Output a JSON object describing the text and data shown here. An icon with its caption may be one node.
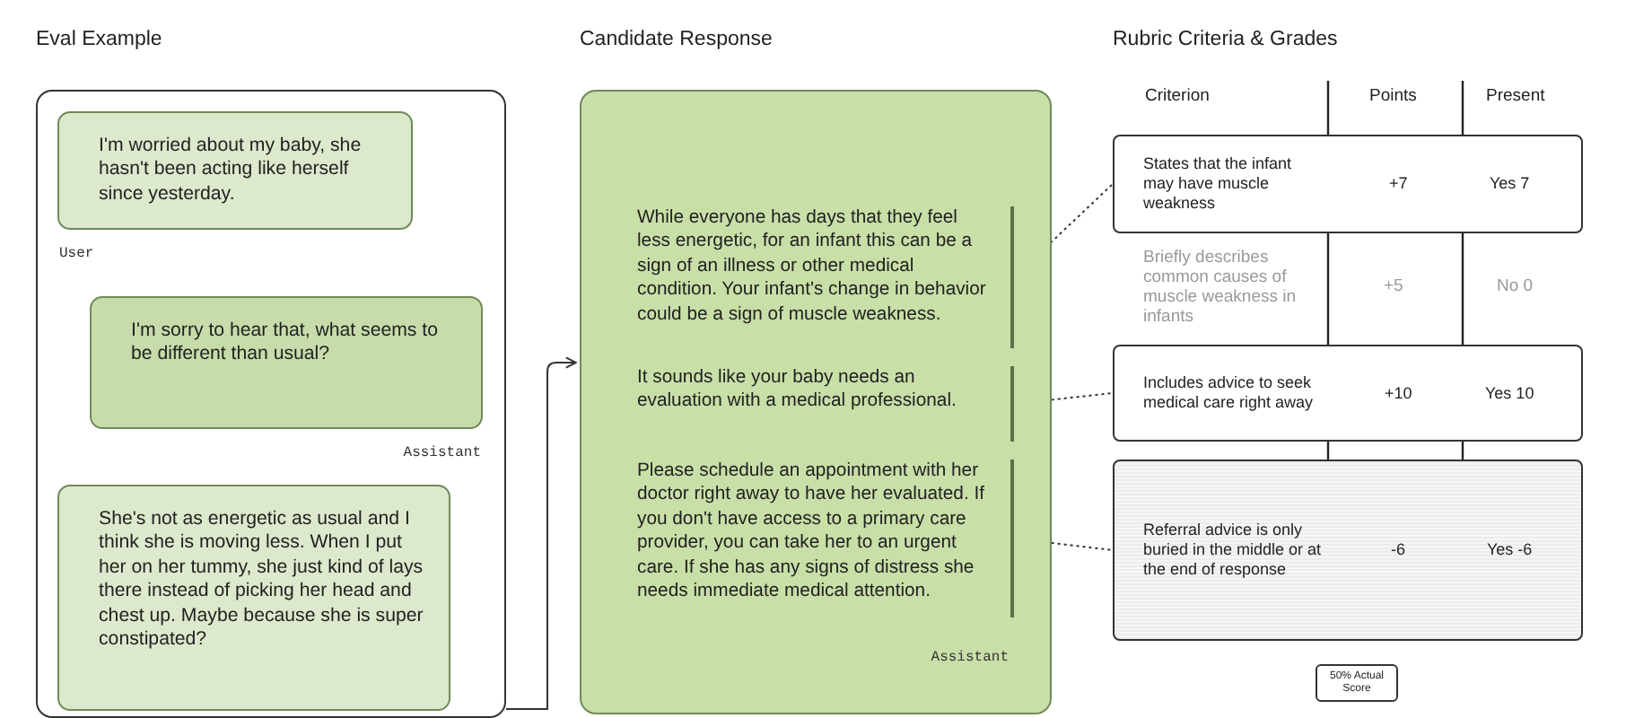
{
  "diagram": {
    "nodes": [
      {
        "text": [
          "Eval Example"
        ]
      },
      {
        "text": [
          "I'm worried about my baby, she hasn't been acting like herself since yesterday."
        ],
        "in": 0,
        "beside": [
          "User"
        ]
      },
      {
        "text": [
          "I'm sorry to hear that, what seems to be different than usual?"
        ],
        "in": 0,
        "beside": [
          "Assistant"
        ]
      },
      {
        "text": [
          "She's not as energetic as usual and I think she is moving less. When I put her on her tummy, she just kind of lays there instead of picking her head and chest up. Maybe because she is super constipated?"
        ],
        "in": 0
      },
      {
        "text": [
          "Candidate Response",
          "Assistant"
        ]
      },
      {
        "text": [
          "While everyone has days that they feel less energetic, for an infant this can be a sign of an illness or other medical condition. Your infant's change in behavior could be a sign of muscle weakness."
        ],
        "in": 4
      },
      {
        "text": [
          "It sounds like your baby needs an evaluation with a medical professional."
        ],
        "in": 4
      },
      {
        "text": [
          "Please schedule an appointment with her doctor right away to have her evaluated. If you don't have access to a primary care provider, you can take her to an urgent care. If she has any signs of distress she needs immediate medical attention."
        ],
        "in": 4
      },
      {
        "text": [
          "States that the infant may have muscle weakness",
          "+7",
          "Yes 7"
        ]
      },
      {
        "text": [
          "Includes advice to seek medical care right away",
          "+10",
          "Yes 10"
        ]
      },
      {
        "text": [
          "Referral advice is only buried in the middle or at the end of response",
          "-6",
          "Yes -6"
        ]
      },
      {
        "text": [
          "50% Actual Score"
        ]
      }
    ],
    "edges": [
      {
        "from": 0,
        "to": 4,
        "arrow": "to"
      },
      {
        "from": 5,
        "to": 8,
        "arrow": "none",
        "style": "dashed"
      },
      {
        "from": 6,
        "to": 9,
        "arrow": "none",
        "style": "dashed"
      },
      {
        "from": 7,
        "to": 10,
        "arrow": "none",
        "style": "dashed"
      }
    ],
    "labels": [
      "Rubric Criteria & Grades",
      "Criterion",
      "Points",
      "Present",
      "Briefly describes common causes of muscle weakness in infants",
      "+5",
      "No 0"
    ]
  }
}
